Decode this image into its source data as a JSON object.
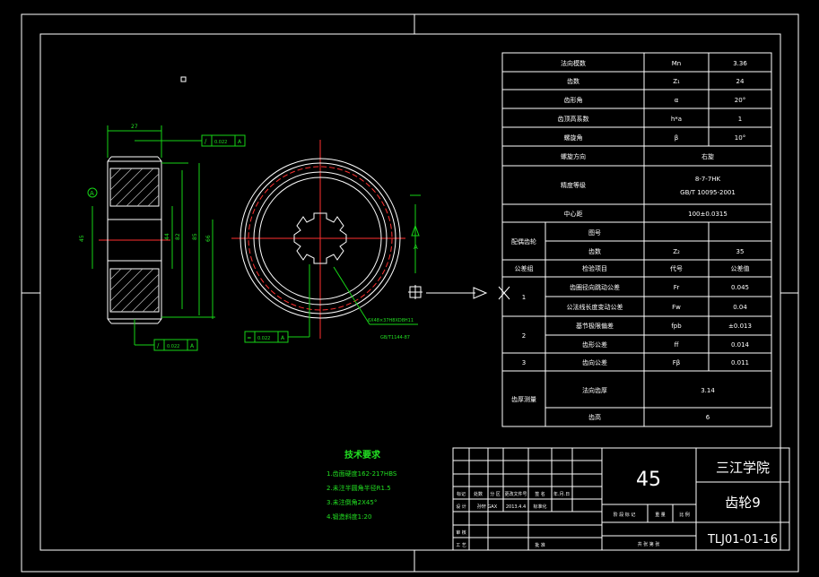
{
  "params_table": {
    "rows": [
      {
        "label": "法向模数",
        "symbol": "Mn",
        "value": "3.36"
      },
      {
        "label": "齿数",
        "symbol": "Z₁",
        "value": "24"
      },
      {
        "label": "齿形角",
        "symbol": "α",
        "value": "20°"
      },
      {
        "label": "齿顶高系数",
        "symbol": "h*a",
        "value": "1"
      },
      {
        "label": "螺旋角",
        "symbol": "β",
        "value": "10°"
      },
      {
        "label": "螺旋方向",
        "value": "右旋"
      },
      {
        "label": "精度等级",
        "value_line1": "8-7-7HK",
        "value_line2": "GB/T 10095-2001"
      },
      {
        "label": "中心距",
        "value": "100±0.0315"
      }
    ],
    "mating": {
      "group_label": "配偶齿轮",
      "row1_label": "图号",
      "row2_label": "齿数",
      "row2_symbol": "Z₂",
      "row2_value": "35"
    },
    "tolerance_header": {
      "group": "公差组",
      "item": "检验项目",
      "code": "代号",
      "value": "公差值"
    },
    "tolerance_rows": [
      {
        "group": "1",
        "item": "齿圈径向跳动公差",
        "code": "Fr",
        "value": "0.045"
      },
      {
        "group": "",
        "item": "公法线长度变动公差",
        "code": "Fw",
        "value": "0.04"
      },
      {
        "group": "2",
        "item": "基节极限偏差",
        "code": "fpb",
        "value": "±0.013"
      },
      {
        "group": "",
        "item": "齿形公差",
        "code": "ff",
        "value": "0.014"
      },
      {
        "group": "3",
        "item": "齿向公差",
        "code": "Fβ",
        "value": "0.011"
      }
    ],
    "tooth_thickness": {
      "group": "齿厚测量",
      "row1_label": "法向齿厚",
      "row1_value": "3.14",
      "row2_label": "齿高",
      "row2_value": "6"
    }
  },
  "tech_requirements": {
    "title": "技术要求",
    "items": [
      "1.齿面硬度162-217HBS",
      "2.未注半圆角半径R1.5",
      "3.未注倒角2X45°",
      "4.锻造斜度1:20"
    ]
  },
  "title_block": {
    "material": "45",
    "school": "三江学院",
    "part_name": "齿轮9",
    "drawing_no": "TLJ01-01-16",
    "labels": {
      "mark": "标记",
      "count": "处数",
      "zone": "分 区",
      "change_doc": "更改文件号",
      "sign": "签 名",
      "date": "年.月.日",
      "designer": "设 计",
      "designer_name": "孙轩 GAX",
      "design_date": "2013.4.4",
      "standardize": "标准化",
      "review": "审 核",
      "process": "工 艺",
      "approve": "批 准",
      "stage_mark": "阶 段 标 记",
      "weight": "重 量",
      "scale": "比 例",
      "sheets": "共  张  第  张"
    }
  },
  "dimensions": {
    "width_top": "27",
    "left_dia1": "45",
    "dia_a": "44",
    "dia_b": "82",
    "dia_c": "85",
    "dia_d": "66",
    "runout1": "0.022",
    "datum1": "A",
    "runout2": "0.022",
    "datum2": "A",
    "key_sym": "0.022",
    "key_datum": "A",
    "keyway_note": "6X48×37H8XD8H11",
    "keyway_note2": "GB/T1144-87",
    "section_mark": "A"
  }
}
